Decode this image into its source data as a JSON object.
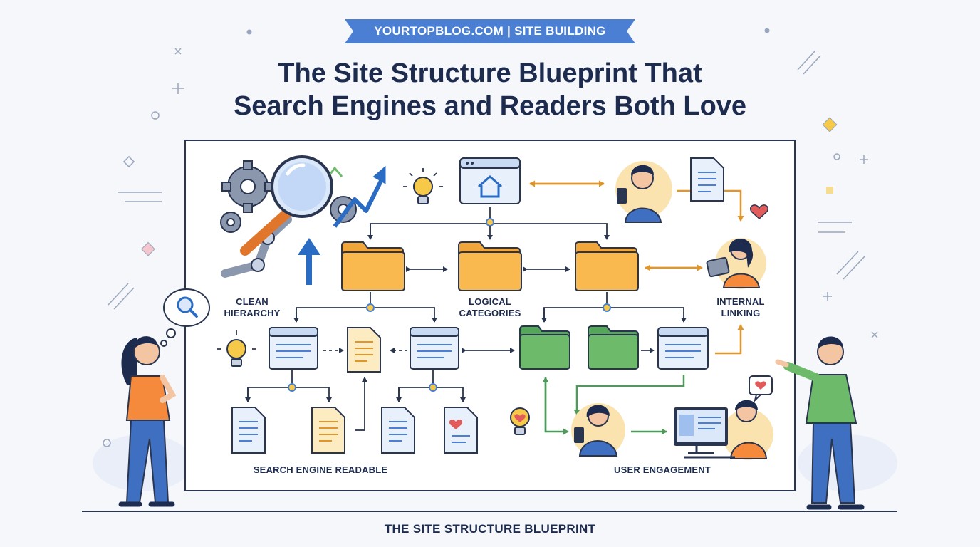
{
  "banner": {
    "text": "YOURTOPBLOG.COM | SITE BUILDING",
    "color": "#4a7fd4"
  },
  "title": {
    "line1": "The Site Structure Blueprint That",
    "line2": "Search Engines and Readers Both Love"
  },
  "labels": {
    "clean_hierarchy": [
      "CLEAN",
      "HIERARCHY"
    ],
    "logical_categories": [
      "LOGICAL",
      "CATEGORIES"
    ],
    "internal_linking": [
      "INTERNAL",
      "LINKING"
    ],
    "search_engine_readable": "SEARCH ENGINE READABLE",
    "user_engagement": "USER ENGAGEMENT"
  },
  "footer": "THE SITE STRUCTURE BLUEPRINT",
  "colors": {
    "navy": "#1d2b4f",
    "folder_orange": "#f9b94e",
    "folder_green": "#6dbb6a",
    "connector_blue": "#4a7fd4",
    "accent_yellow": "#f7c948",
    "heart_red": "#e25b5b"
  }
}
